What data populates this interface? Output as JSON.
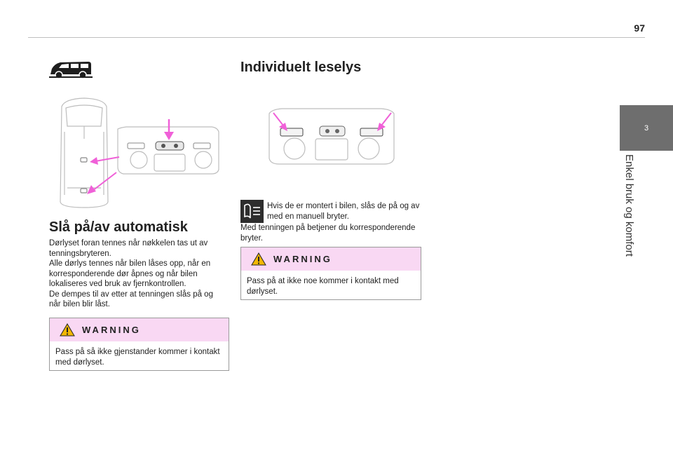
{
  "page": {
    "number": "97"
  },
  "side_tab": {
    "chapter_number": "3",
    "chapter_title": "Enkel bruk og komfort"
  },
  "left": {
    "section_title": "Slå på/av automatisk",
    "paragraphs": [
      "Dørlyset foran tennes når nøkkelen tas ut av tenningsbryteren.",
      "Alle dørlys tennes når bilen låses opp, når en korresponderende dør åpnes og når bilen lokaliseres ved bruk av fjernkontrollen.",
      "De dempes til av etter at tenningen slås på og når bilen blir låst."
    ],
    "warning": {
      "label": "WARNING",
      "text": "Pass på så ikke gjenstander kommer i kontakt med dørlyset."
    }
  },
  "right": {
    "section_title": "Individuelt leselys",
    "info_text": "Hvis de er montert i bilen, slås de på og av med en manuell bryter.",
    "paragraph": "Med tenningen på betjener du korresponderende bryter.",
    "warning": {
      "label": "WARNING",
      "text": "Pass på at ikke noe kommer i kontakt med dørlyset."
    }
  },
  "colors": {
    "accent_pink": "#f060d8",
    "warning_bg": "#f9d8f3",
    "tab_gray": "#6e6e6e"
  },
  "icons": [
    "van-silhouette-icon",
    "warning-triangle-icon",
    "info-note-icon",
    "pink-arrow-icon"
  ]
}
